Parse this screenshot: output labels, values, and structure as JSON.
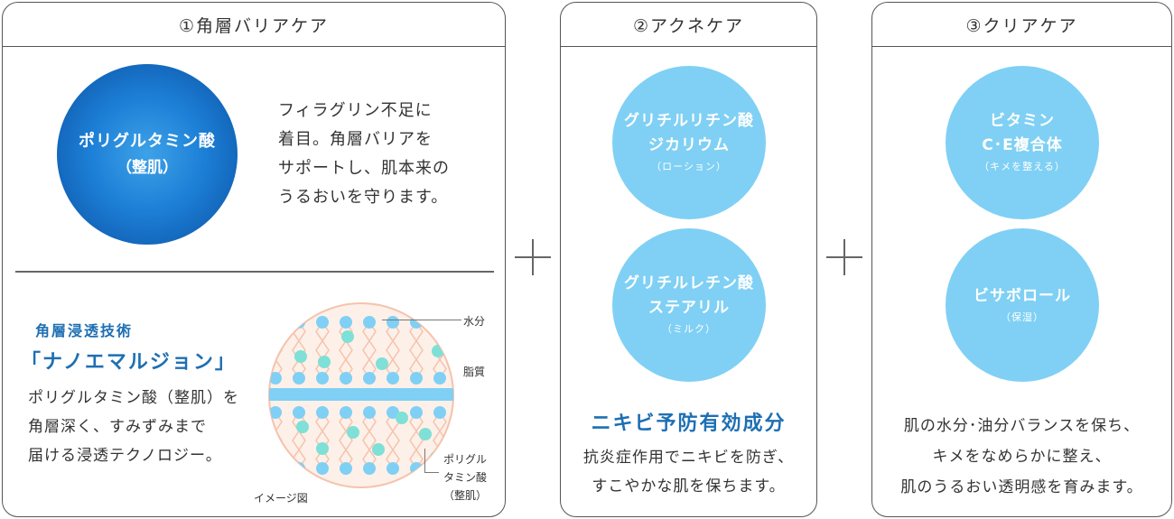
{
  "panel1": {
    "header": "①角層バリアケア",
    "circle": {
      "title": "ポリグルタミン酸",
      "sub": "（整肌）"
    },
    "desc": [
      "フィラグリン不足に",
      "着目。角層バリアを",
      "サポートし、肌本来の",
      "うるおいを守ります。"
    ],
    "tech_sub": "角層浸透技術",
    "tech_title": "「ナノエマルジョン」",
    "tech_desc": [
      "ポリグルタミン酸（整肌）を",
      "角層深く、すみずみまで",
      "届ける浸透テクノロジー。"
    ],
    "diagram": {
      "label_water": "水分",
      "label_lipid": "脂質",
      "label_pga": [
        "ポリグル",
        "タミン酸",
        "（整肌）"
      ],
      "caption": "イメージ図"
    }
  },
  "panel2": {
    "header": "②アクネケア",
    "circle1": {
      "title": [
        "グリチルリチン酸",
        "ジカリウム"
      ],
      "sub": "（ローション）"
    },
    "circle2": {
      "title": [
        "グリチルレチン酸",
        "ステアリル"
      ],
      "sub": "（ミルク）"
    },
    "heading": "ニキビ予防有効成分",
    "desc": [
      "抗炎症作用でニキビを防ぎ、",
      "すこやかな肌を保ちます。"
    ]
  },
  "panel3": {
    "header": "③クリアケア",
    "circle1": {
      "title": [
        "ビタミン",
        "C･E複合体"
      ],
      "sub": "（キメを整える）"
    },
    "circle2": {
      "title": [
        "ビサボロール"
      ],
      "sub": "（保湿）"
    },
    "desc": [
      "肌の水分･油分バランスを保ち、",
      "キメをなめらかに整え、",
      "肌のうるおい透明感を育みます。"
    ]
  },
  "colors": {
    "accent_blue": "#1e6fb3",
    "light_blue": "#7fd0f4",
    "deep_blue": "#0b4fa0",
    "teal": "#7ee0d6",
    "salmon": "#f5c3ad"
  },
  "icons": [
    "plus-icon",
    "plus-icon"
  ]
}
